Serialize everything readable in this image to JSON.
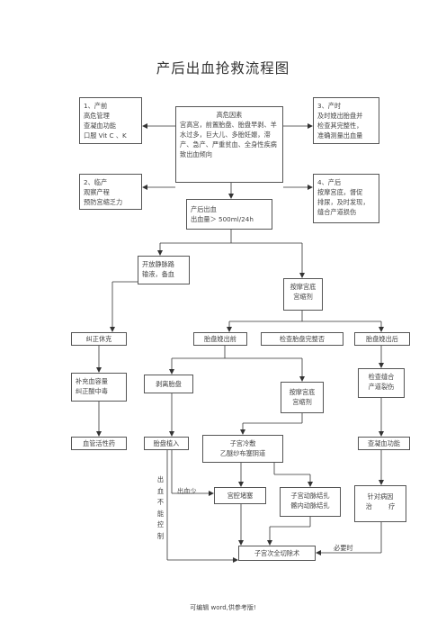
{
  "title": "产后出血抢救流程图",
  "boxes": {
    "prenatal": [
      "1、产前",
      "高危管理",
      "查凝血功能",
      "口服  Vit C 、K"
    ],
    "risk": [
      "高危因素",
      "宫高宫，前置胎盘、胎盘早剥、羊水过多，巨大儿、多胎妊娠，滞产、急产、严重贫血、全身性疾病致出血倾向"
    ],
    "intrapartum": [
      "3、产时",
      "及时娩出胎盘并",
      "检查其完整性，",
      "准确测量出血量"
    ],
    "labor": [
      "2、临产",
      "观察产程",
      "预防宫缩乏力"
    ],
    "postpartum": [
      "4、产后",
      "按摩宫底，督促",
      "排尿，及时发现，",
      "缝合产道损伤"
    ],
    "pph": [
      "产后出血",
      "出血量＞ 500ml/24h"
    ],
    "iv": [
      "开放静脉路",
      "输液，备血"
    ],
    "massage1": [
      "按摩宫底",
      "宫缩剂"
    ],
    "shock": "纠正休克",
    "placenta_before": "胎盘娩出前",
    "check_placenta": "检查胎盘完整否",
    "placenta_after": "胎盘娩出后",
    "fluid": [
      "补充血容量",
      "纠正酸中毒"
    ],
    "manual_removal": "剥离胎盘",
    "massage2": [
      "按摩宫底",
      "宫缩剂"
    ],
    "check_suture": [
      "检查缝合",
      "产道裂伤"
    ],
    "vasoactive": "血管活性药",
    "accreta": "胎盘植入",
    "uterine_cold": [
      "子宫冷敷",
      "乙醚纱布塞阴道"
    ],
    "coag_check": "查凝血功能",
    "packing": "宫腔堵塞",
    "ligation": [
      "子宫动脉结扎",
      "髂内动脉结扎"
    ],
    "cause_treatment": [
      "针对病因",
      "治        疗"
    ],
    "hysterectomy": "子宫次全切除术"
  },
  "labels": {
    "bleed_side": [
      "出",
      "血",
      "不",
      "能",
      "控",
      "制"
    ],
    "bleed_less": "出血少",
    "when_needed": "必要时"
  },
  "footer": "可编辑  word,供参考版!"
}
